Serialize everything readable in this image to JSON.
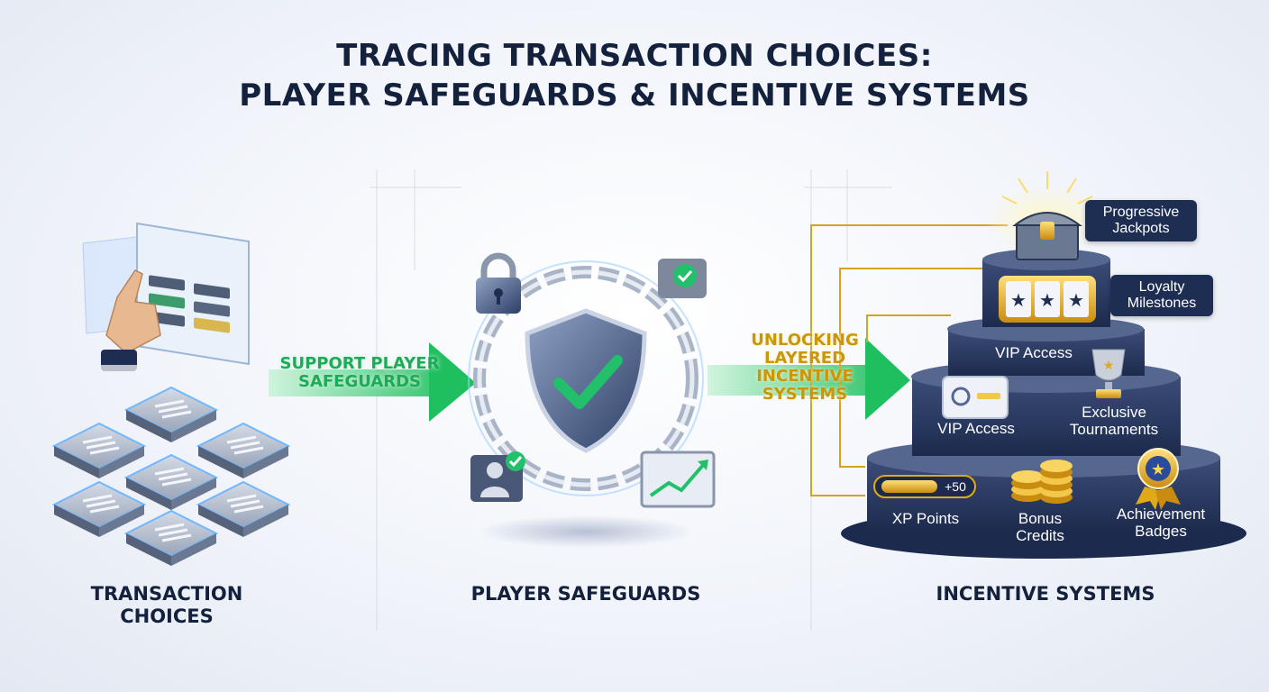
{
  "title": {
    "line1": "TRACING TRANSACTION CHOICES:",
    "line2": "PLAYER SAFEGUARDS & INCENTIVE SYSTEMS"
  },
  "columns": {
    "left_line1": "TRANSACTION",
    "left_line2": "CHOICES",
    "middle": "PLAYER SAFEGUARDS",
    "right": "INCENTIVE SYSTEMS"
  },
  "arrows": {
    "support_line1": "SUPPORT PLAYER",
    "support_line2": "SAFEGUARDS",
    "unlock_line1": "UNLOCKING",
    "unlock_line2": "LAYERED",
    "unlock_line3": "INCENTIVE",
    "unlock_line4": "SYSTEMS"
  },
  "incentives": {
    "progressive_line1": "Progressive",
    "progressive_line2": "Jackpots",
    "loyalty_line1": "Loyalty",
    "loyalty_line2": "Milestones",
    "vip_access_upper": "VIP Access",
    "vip_access_lower": "VIP Access",
    "exclusive_line1": "Exclusive",
    "exclusive_line2": "Tournaments",
    "xp_points": "XP Points",
    "xp_value": "+50",
    "bonus_line1": "Bonus",
    "bonus_line2": "Credits",
    "achievement_line1": "Achievement",
    "achievement_line2": "Badges"
  },
  "colors": {
    "navy": "#1e2e52",
    "green": "#22c06a",
    "gold": "#e0a918",
    "glow_blue": "#6fb8ff"
  }
}
